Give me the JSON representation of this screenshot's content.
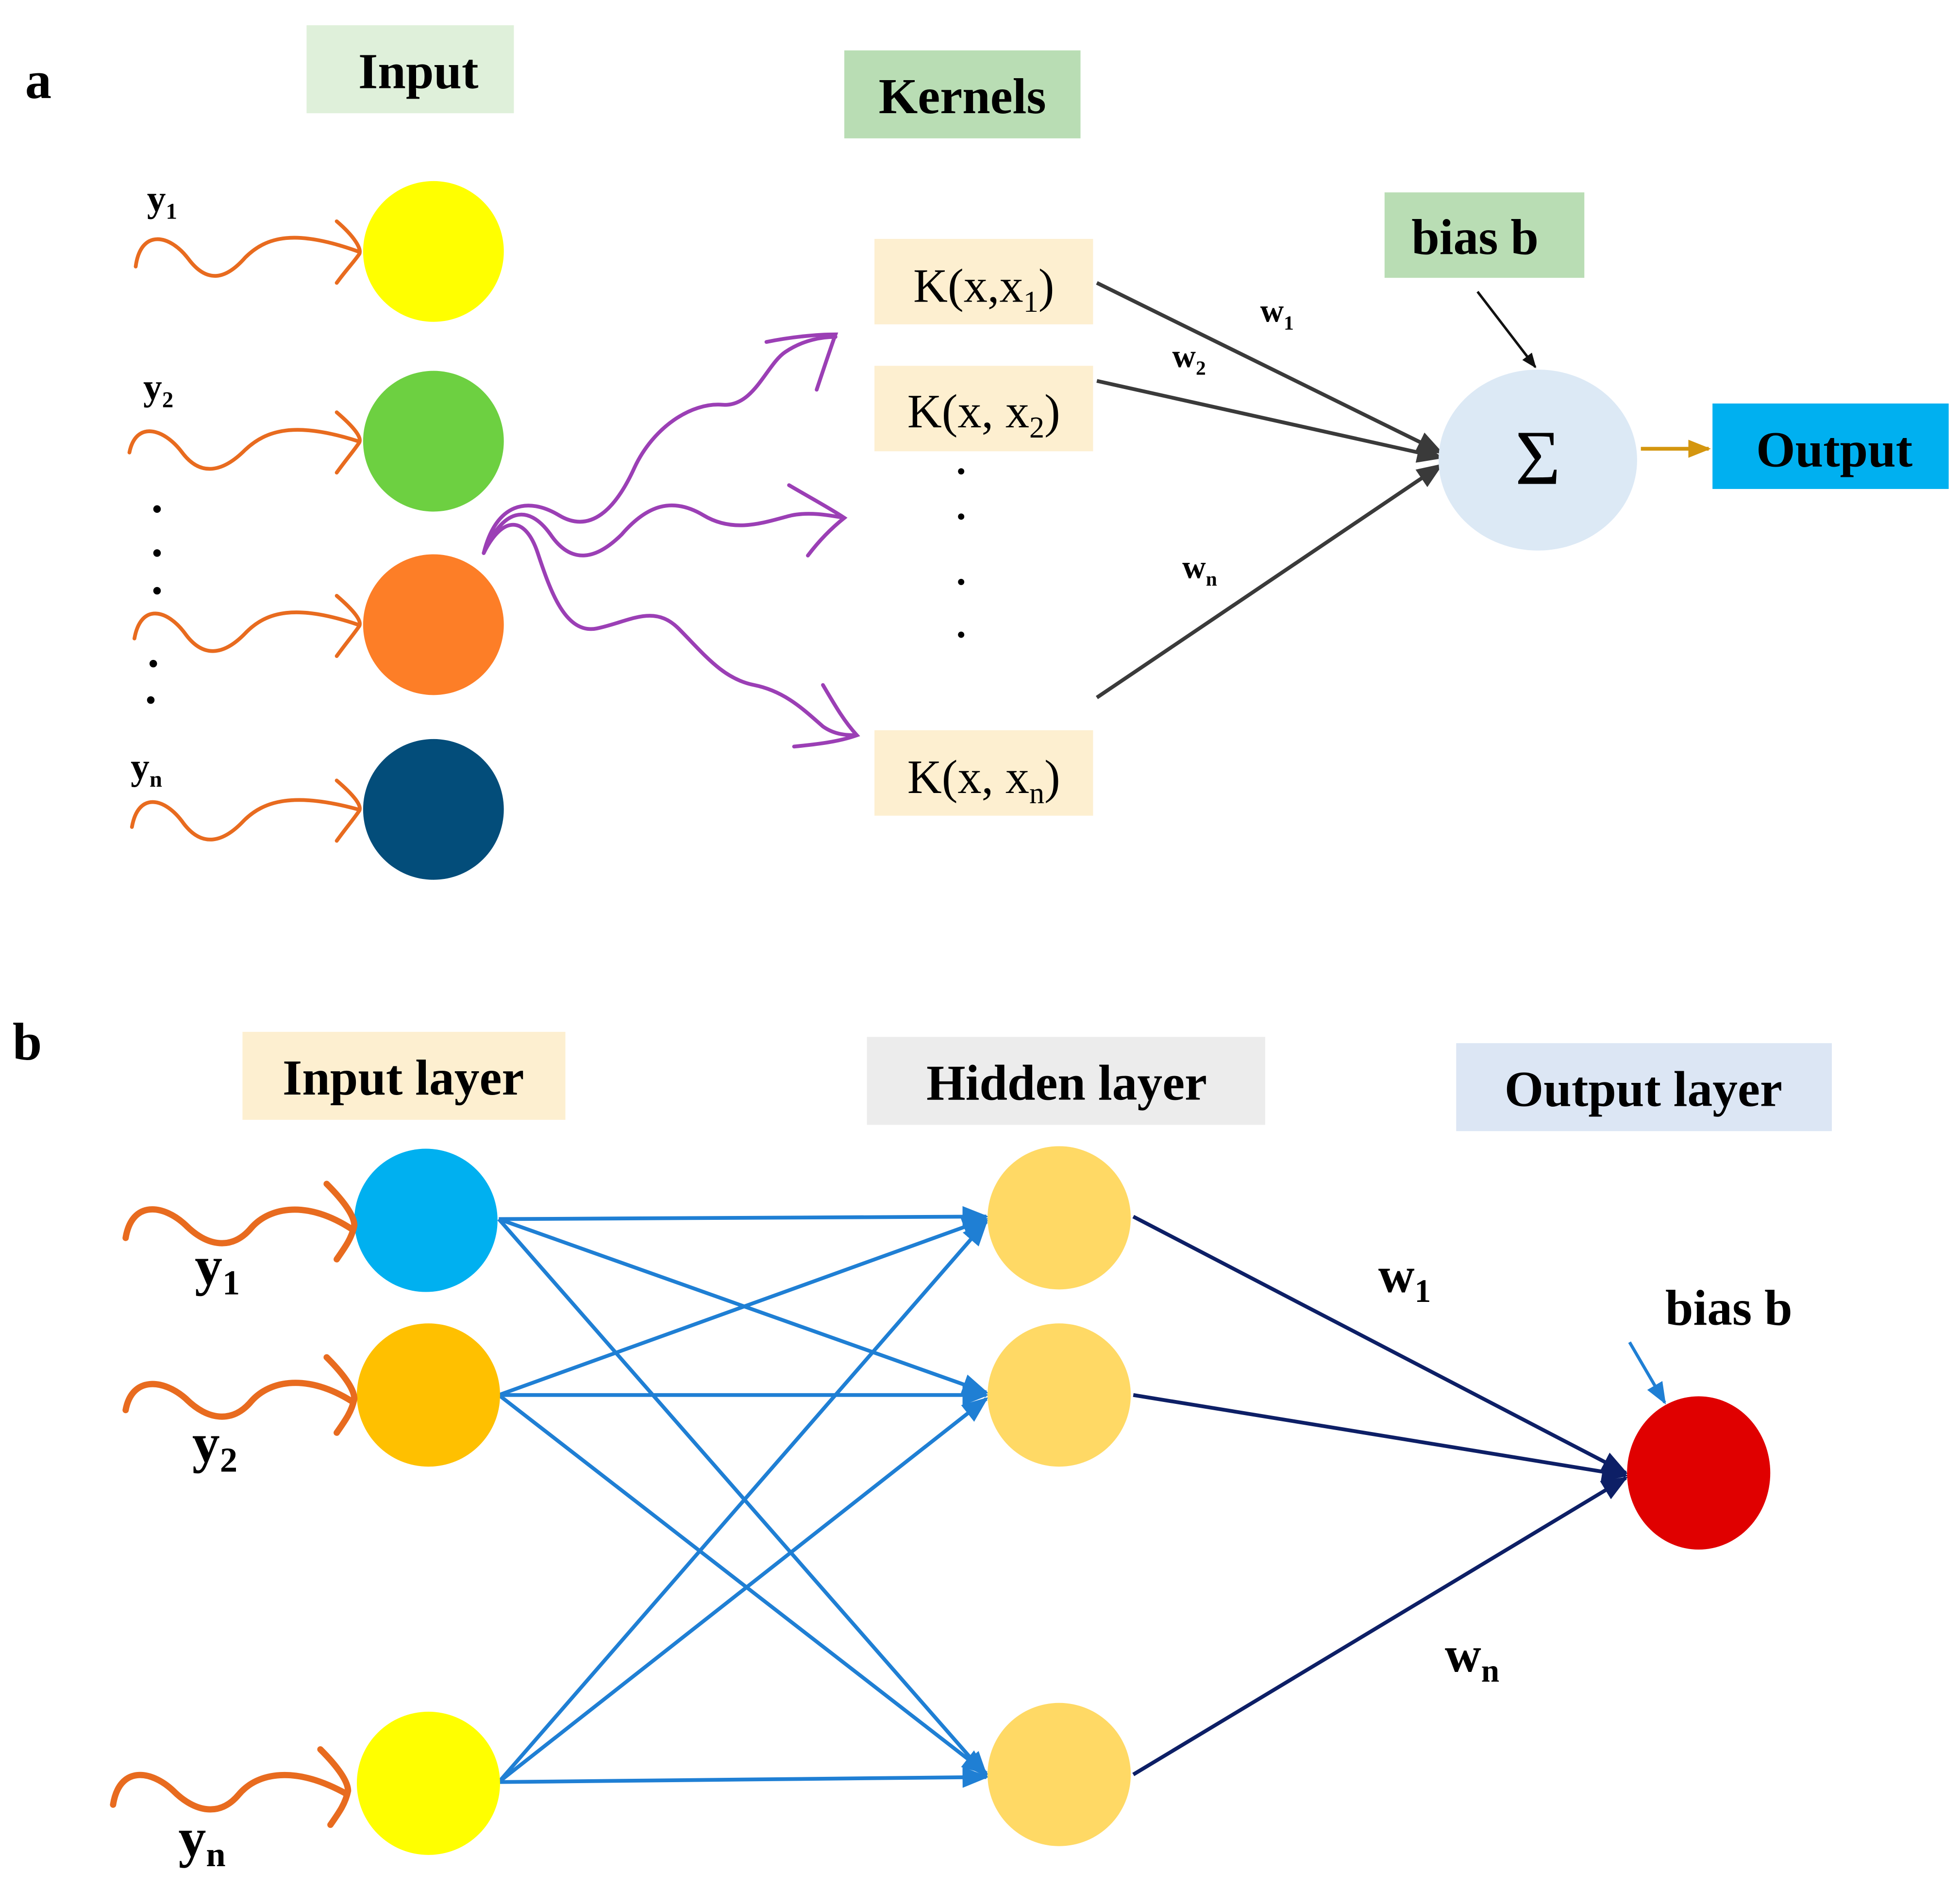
{
  "colors": {
    "input_box": "#dff0da",
    "kernels_box": "#b9ddb4",
    "kernel_entry_box": "#fdefd0",
    "bias_box_a": "#b9ddb4",
    "output_box": "#00b0f0",
    "sum_node": "#dce9f5",
    "input_layer_box": "#fdefd0",
    "hidden_layer_box": "#ececec",
    "output_layer_box": "#dce6f4",
    "wavy_orange": "#e86b1f",
    "wavy_purple": "#9b3fb5",
    "edge_dark": "#3a3a3a",
    "edge_blue": "#1f7fd4",
    "edge_navy": "#0d1f66",
    "output_arrow": "#d4960f"
  },
  "panel_a": {
    "label": "a",
    "input_title": "Input",
    "kernels_title": "Kernels",
    "bias_label": "bias b",
    "sum_symbol": "Σ",
    "output_label": "Output",
    "inputs": [
      {
        "var": "y",
        "sub": "1",
        "color": "#ffff00"
      },
      {
        "var": "y",
        "sub": "2",
        "color": "#6dd041"
      },
      {
        "var": "",
        "sub": "",
        "color": "#fd7e27"
      },
      {
        "var": "y",
        "sub": "n",
        "color": "#034d7a"
      }
    ],
    "kernels": [
      {
        "pre": "K(x,x",
        "sub": "1",
        "post": ")"
      },
      {
        "pre": "K(x, x",
        "sub": "2",
        "post": ")"
      },
      {
        "pre": "K(x, x",
        "sub": "n",
        "post": ")"
      }
    ],
    "weights": [
      {
        "var": "w",
        "sub": "1"
      },
      {
        "var": "w",
        "sub": "2"
      },
      {
        "var": "w",
        "sub": "n"
      }
    ]
  },
  "panel_b": {
    "label": "b",
    "input_layer_title": "Input layer",
    "hidden_layer_title": "Hidden layer",
    "output_layer_title": "Output layer",
    "bias_label": "bias b",
    "inputs": [
      {
        "var": "y",
        "sub": "1",
        "color": "#00b0f0"
      },
      {
        "var": "y",
        "sub": "2",
        "color": "#ffc000"
      },
      {
        "var": "y",
        "sub": "n",
        "color": "#ffff00"
      }
    ],
    "hidden_color": "#ffd965",
    "output_color": "#e00000",
    "weights": [
      {
        "var": "w",
        "sub": "1"
      },
      {
        "var": "w",
        "sub": "n"
      }
    ]
  }
}
